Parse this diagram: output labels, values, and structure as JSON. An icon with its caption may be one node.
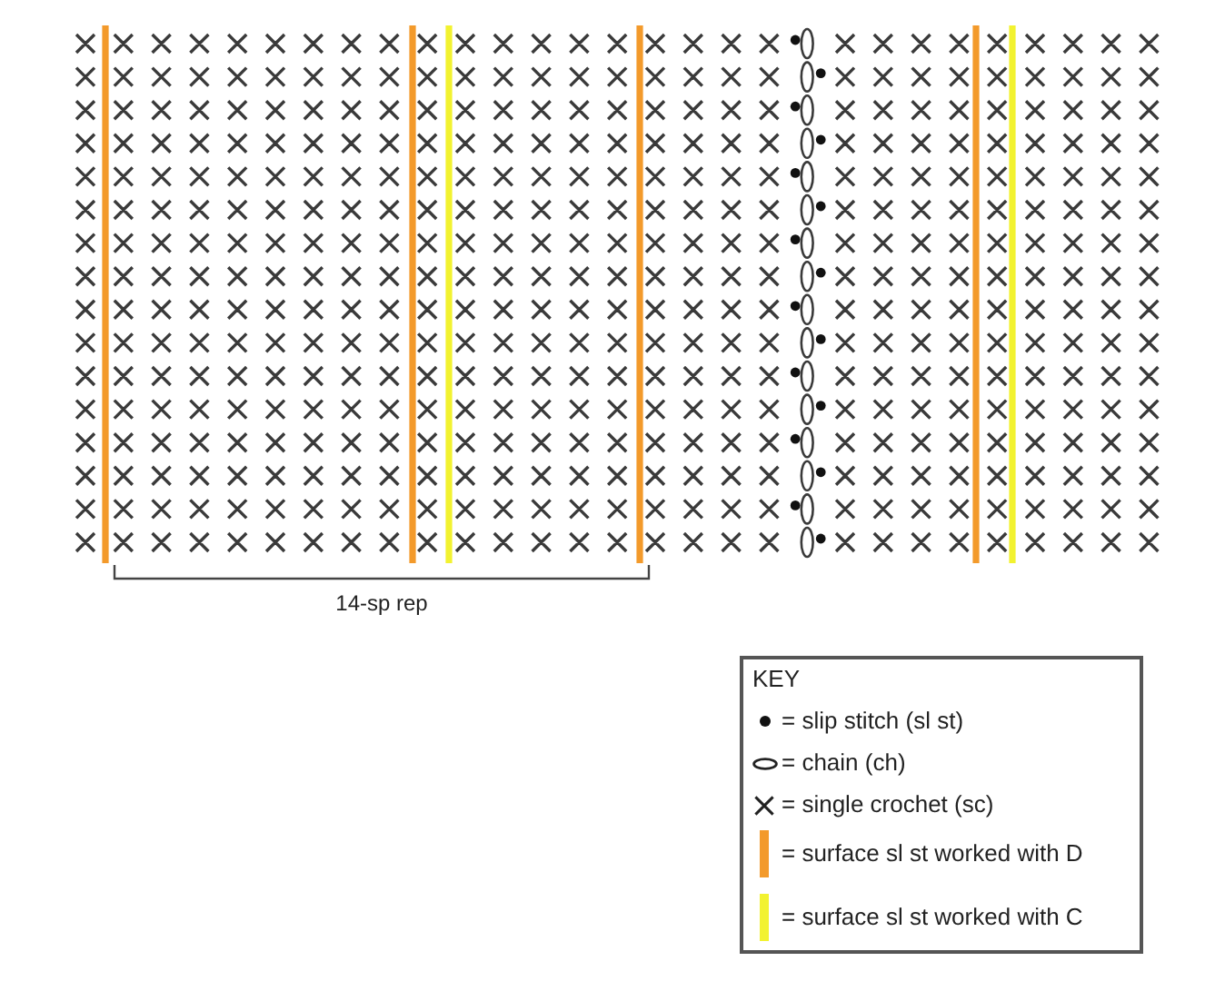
{
  "diagram": {
    "labels": [
      "14-sp rep",
      "KEY"
    ],
    "legend": [
      {
        "text": "= slip stitch (sl st)"
      },
      {
        "text": "= chain (ch)"
      },
      {
        "text": "= single crochet (sc)"
      },
      {
        "text": "= surface sl st worked with D",
        "color": "#f39a2b"
      },
      {
        "text": "= surface sl st worked with C",
        "color": "#f2f230"
      }
    ]
  }
}
